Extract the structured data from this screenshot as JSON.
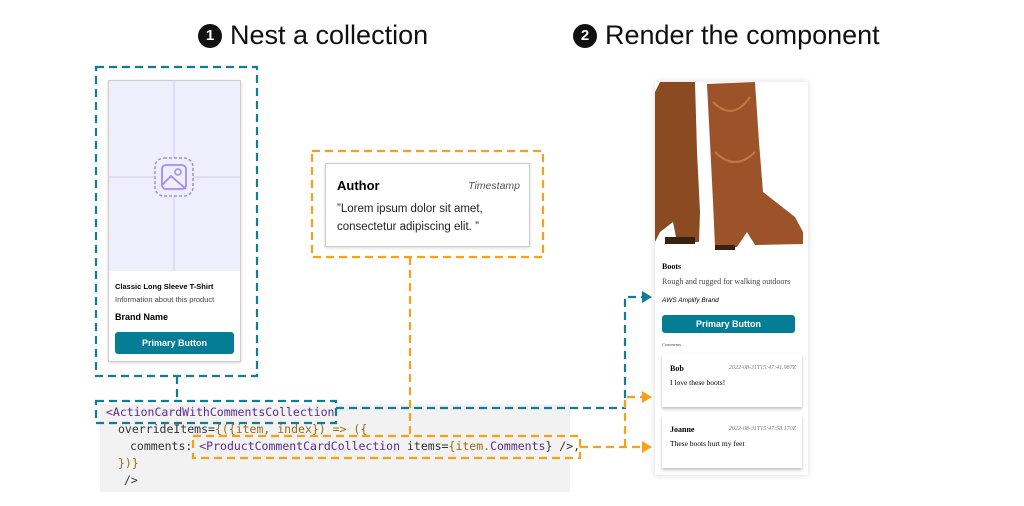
{
  "steps": [
    {
      "num": "1",
      "label": "Nest a collection"
    },
    {
      "num": "2",
      "label": "Render the component"
    }
  ],
  "colors": {
    "teal": "#0e7d95",
    "orange": "#f7a11a",
    "button": "#047d95"
  },
  "product_card": {
    "image_icon": "image-placeholder-icon",
    "title": "Classic Long Sleeve T-Shirt",
    "description": "Information about this product",
    "brand": "Brand Name",
    "button": "Primary Button"
  },
  "comment_card": {
    "author": "Author",
    "timestamp": "Timestamp",
    "text": "”Lorem ipsum dolor sit amet, consectetur adipiscing elit. ”"
  },
  "code": {
    "line1": "<ActionCardWithCommentsCollection",
    "line2a": "overrideItems=",
    "line2b": "{({item, index}) => ({",
    "line3a": "comments: ",
    "line3b": "<ProductCommentCardCollection",
    "line3c": " items=",
    "line3d": "{item.",
    "line3e": "Comments",
    "line3f": "} />,",
    "line4": "})}",
    "line5": "/>"
  },
  "rendered": {
    "image": "boots",
    "title": "Boots",
    "description": "Rough and rugged for walking outdoors",
    "brand": "AWS Amplify Brand",
    "button": "Primary Button",
    "comments_label": "Comments",
    "comments": [
      {
        "author": "Bob",
        "timestamp": "2022-08-31T15:47:41.987Z",
        "text": "I love these boots!"
      },
      {
        "author": "Joanne",
        "timestamp": "2022-08-31T15:47:58.170Z",
        "text": "These boots hurt my feet"
      }
    ]
  }
}
